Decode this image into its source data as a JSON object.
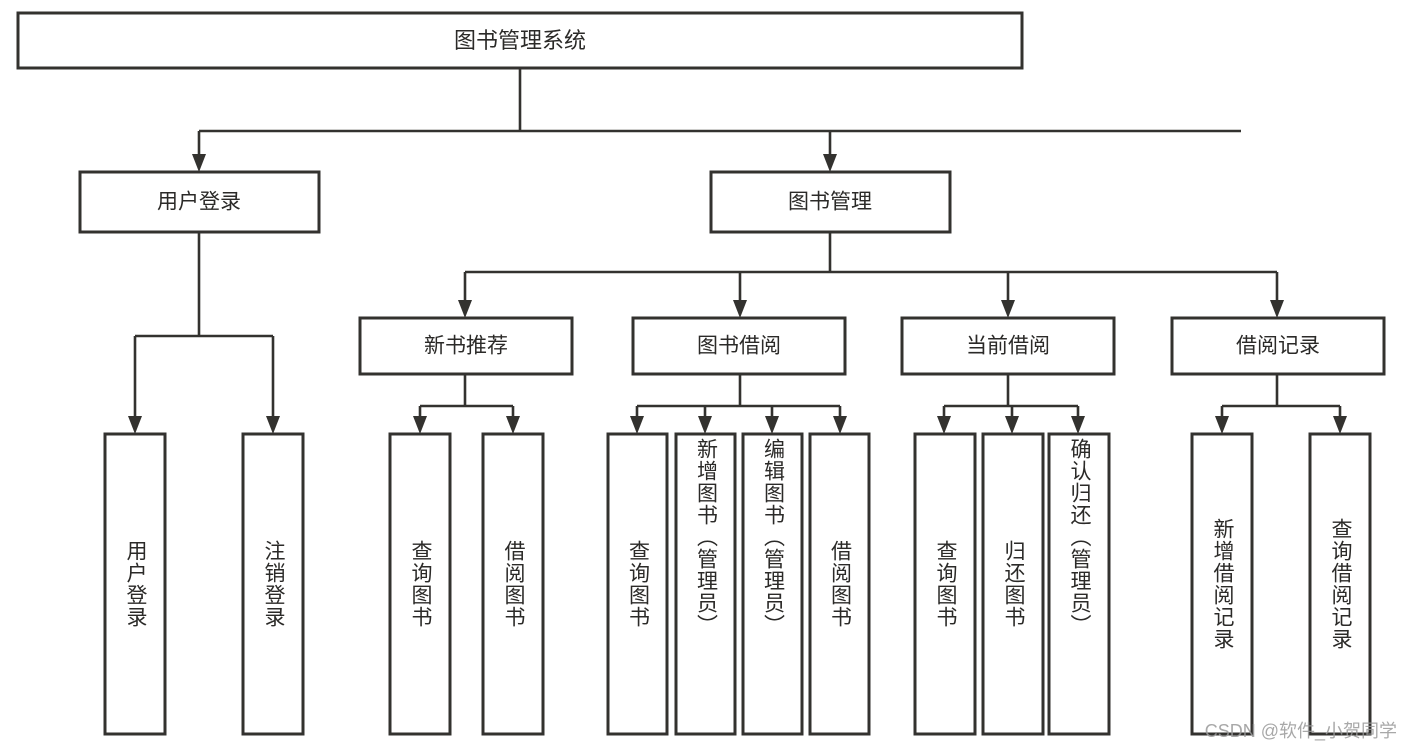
{
  "diagram": {
    "type": "hierarchy-tree",
    "title": "图书管理系统",
    "colors": {
      "stroke": "#33322f",
      "fill": "#ffffff",
      "text": "#2b2a28",
      "background": "#ffffff",
      "watermark": "#9a9a9a"
    },
    "levels": {
      "root": {
        "label": "图书管理系统"
      },
      "level2": [
        {
          "label": "用户登录"
        },
        {
          "label": "图书管理"
        }
      ],
      "level3": [
        {
          "label": "新书推荐"
        },
        {
          "label": "图书借阅"
        },
        {
          "label": "当前借阅"
        },
        {
          "label": "借阅记录"
        }
      ]
    },
    "groups": [
      {
        "parent": "用户登录",
        "leaves": [
          {
            "label": "用户登录",
            "align": "centered"
          },
          {
            "label": "注销登录",
            "align": "centered"
          }
        ]
      },
      {
        "parent": "新书推荐",
        "leaves": [
          {
            "label": "查询图书",
            "align": "centered"
          },
          {
            "label": "借阅图书",
            "align": "centered"
          }
        ]
      },
      {
        "parent": "图书借阅",
        "leaves": [
          {
            "label": "查询图书",
            "align": "centered"
          },
          {
            "label": "新增图书（管理员）",
            "align": "topward"
          },
          {
            "label": "编辑图书（管理员）",
            "align": "topward"
          },
          {
            "label": "借阅图书",
            "align": "centered"
          }
        ]
      },
      {
        "parent": "当前借阅",
        "leaves": [
          {
            "label": "查询图书",
            "align": "centered"
          },
          {
            "label": "归还图书",
            "align": "centered"
          },
          {
            "label": "确认归还（管理员）",
            "align": "topward"
          }
        ]
      },
      {
        "parent": "借阅记录",
        "leaves": [
          {
            "label": "新增借阅记录",
            "align": "centered"
          },
          {
            "label": "查询借阅记录",
            "align": "centered"
          }
        ]
      }
    ]
  },
  "watermark": {
    "text": "CSDN @软件_小贺同学"
  }
}
